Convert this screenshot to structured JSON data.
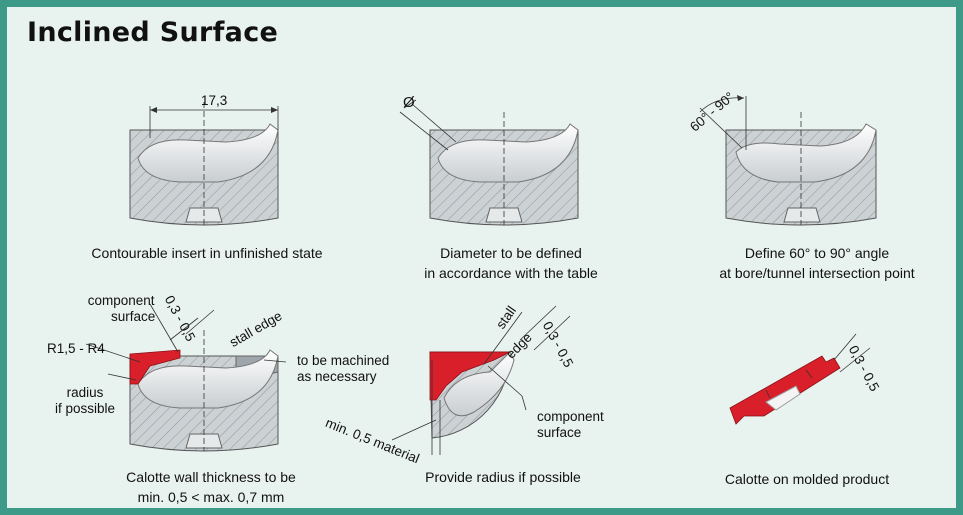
{
  "title": "Inclined Surface",
  "figures": {
    "fig1": {
      "caption_l1": "Contourable insert in unfinished state",
      "dimension": "17,3"
    },
    "fig2": {
      "caption_l1": "Diameter to be defined",
      "caption_l2": "in accordance with the table",
      "symbol": "Ø"
    },
    "fig3": {
      "caption_l1": "Define 60° to 90° angle",
      "caption_l2": "at bore/tunnel intersection point",
      "angle": "60° - 90°"
    },
    "fig4": {
      "caption_l1": "Calotte wall thickness to be",
      "caption_l2": "min. 0,5 < max. 0,7 mm",
      "component_surface_l1": "component",
      "component_surface_l2": "surface",
      "dimension": "0,3 - 0,5",
      "stall_edge": "stall edge",
      "radius_range": "R1,5 - R4",
      "radius_l1": "radius",
      "radius_l2": "if possible",
      "machined_l1": "to be machined",
      "machined_l2": "as necessary"
    },
    "fig5": {
      "caption_l1": "Provide radius if possible",
      "stall_l1": "stall",
      "stall_l2": "edge",
      "dimension": "0,3 - 0,5",
      "min_material": "min. 0,5 material",
      "component_surface_l1": "component",
      "component_surface_l2": "surface"
    },
    "fig6": {
      "caption_l1": "Calotte on molded product",
      "dimension": "0,3 - 0,5"
    }
  },
  "colors": {
    "frame": "#3e9a88",
    "panel": "#e8f2ef",
    "insert": "#ccd1d4",
    "red": "#d9202a"
  }
}
